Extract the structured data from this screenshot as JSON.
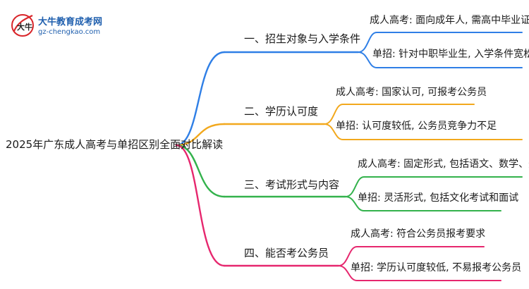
{
  "logo": {
    "title": "大牛教育成考网",
    "url": "gz-chengkao.com",
    "mark_text": "大牛"
  },
  "root": {
    "label": "2025年广东成人高考与单招区别全面对比解读"
  },
  "branches": [
    {
      "label": "一、招生对象与入学条件",
      "color": "#2f7fe6",
      "leaves": [
        "成人高考: 面向成年人, 需高中毕业证",
        "单招: 针对中职毕业生, 入学条件宽松"
      ]
    },
    {
      "label": "二、学历认可度",
      "color": "#f2a81d",
      "leaves": [
        "成人高考: 国家认可, 可报考公务员",
        "单招: 认可度较低, 公务员竞争力不足"
      ]
    },
    {
      "label": "三、考试形式与内容",
      "color": "#33b24c",
      "leaves": [
        "成人高考: 固定形式, 包括语文、数学、外语",
        "单招: 灵活形式, 包括文化考试和面试"
      ]
    },
    {
      "label": "四、能否考公务员",
      "color": "#e6276e",
      "leaves": [
        "成人高考: 符合公务员报考要求",
        "单招: 学历认可度较低, 不易报考公务员"
      ]
    }
  ]
}
